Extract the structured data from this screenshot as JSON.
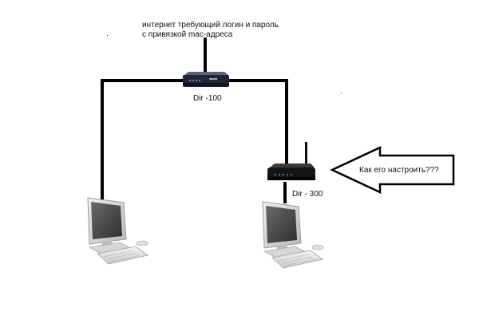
{
  "internet_note": {
    "line1": "интернет требующий логин и пароль",
    "line2": "с привязкой mac-адреса"
  },
  "router_main": {
    "label": "Dir -100"
  },
  "router_second": {
    "label": "Dir - 300"
  },
  "question_arrow": {
    "text": "Как его настроить???"
  },
  "colors": {
    "cable": "#000000",
    "router_body": "#1c2333",
    "monitor_body": "#d9d9d9",
    "screen": "#4a4a4a"
  },
  "icons": [
    "router-icon",
    "wireless-router-icon",
    "computer-icon",
    "arrow-left-icon"
  ]
}
